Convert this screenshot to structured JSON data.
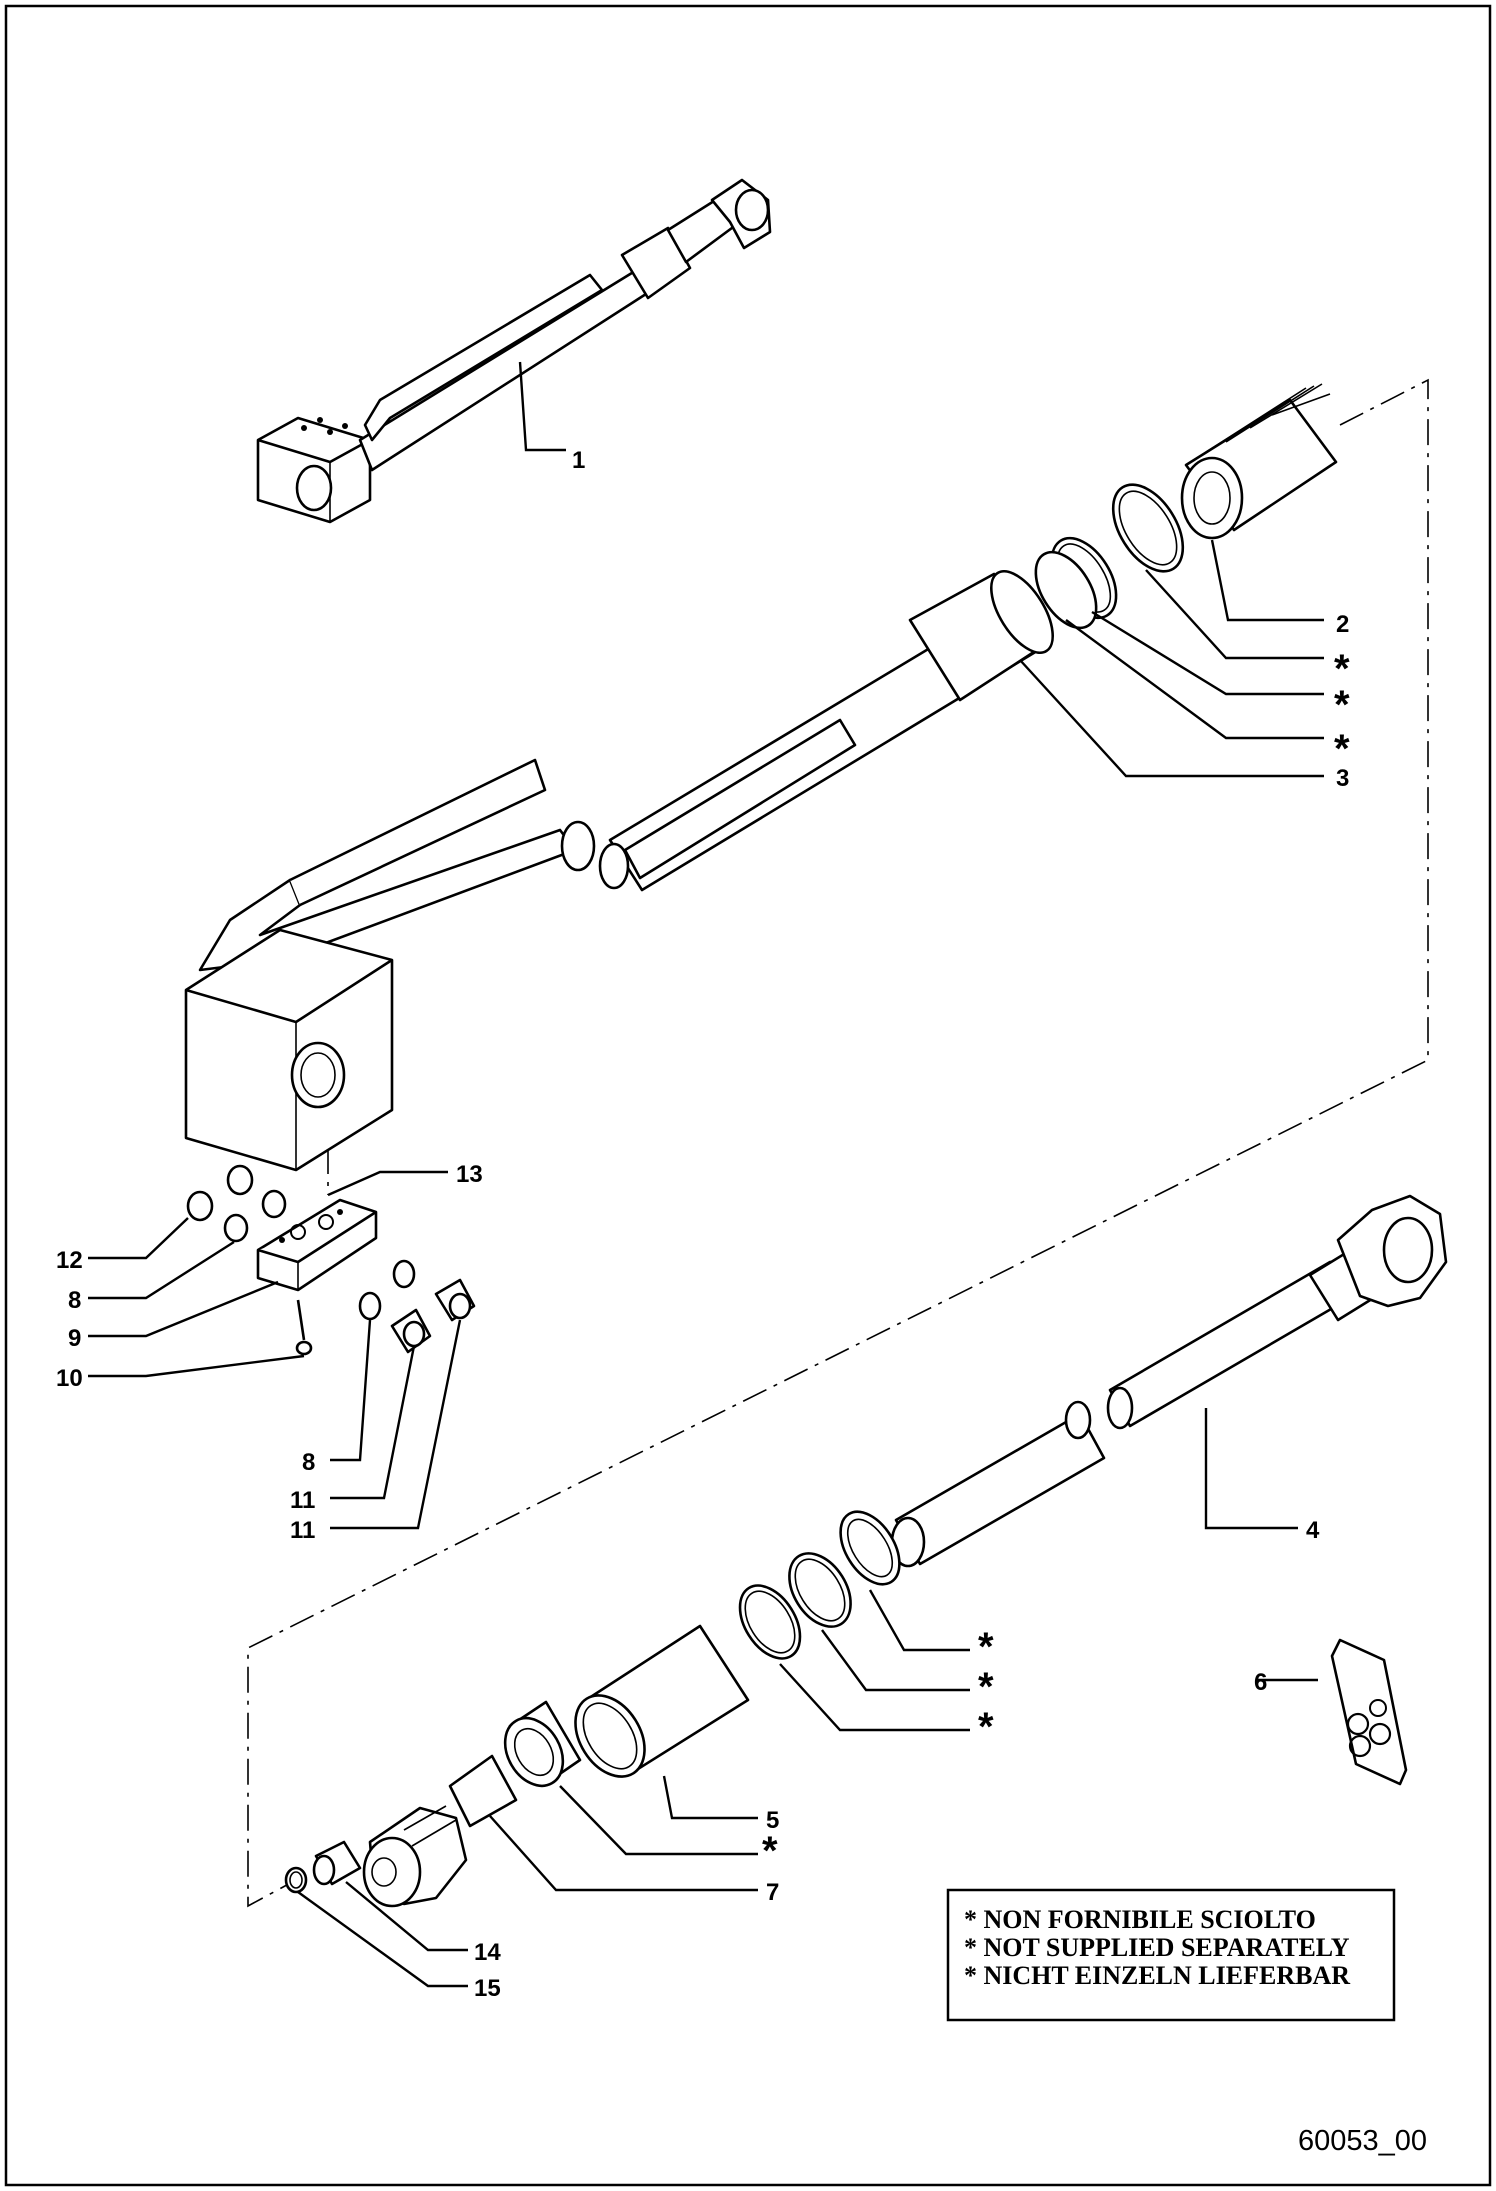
{
  "callouts": {
    "c1": "1",
    "c2": "2",
    "c3": "3",
    "c4": "4",
    "c5": "5",
    "c6": "6",
    "c7": "7",
    "c8a": "8",
    "c8b": "8",
    "c9": "9",
    "c10": "10",
    "c11a": "11",
    "c11b": "11",
    "c12": "12",
    "c13": "13",
    "c14": "14",
    "c15": "15",
    "star": "*"
  },
  "note": {
    "line1": "* NON FORNIBILE SCIOLTO",
    "line2": "* NOT SUPPLIED SEPARATELY",
    "line3": "* NICHT EINZELN LIEFERBAR"
  },
  "drawing_id": "60053_00"
}
